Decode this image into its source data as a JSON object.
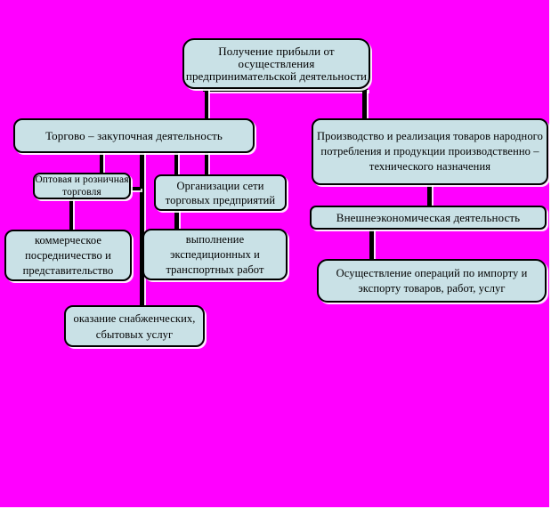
{
  "diagram": {
    "background_color": "#ff00ff",
    "node_fill_color": "#c9e1e6",
    "node_border_color": "#000000",
    "connector_color": "#000000",
    "nodes": {
      "root": {
        "label": "Получение прибыли от осуществления предпринимательской деятельности"
      },
      "trade": {
        "label": "Торгово – закупочная деятельность"
      },
      "production": {
        "label": "Производство и реализация товаров народного потребления и продукции производственно – технического назначения"
      },
      "wholesale": {
        "label": "Оптовая и розничная торговля"
      },
      "network": {
        "label": "Организации сети торговых предприятий"
      },
      "commercial": {
        "label": "коммерческое посредничество и представительство"
      },
      "forwarding": {
        "label": "выполнение экспедиционных и транспортных работ"
      },
      "supply": {
        "label": "оказание снабженческих, сбытовых услуг"
      },
      "foreign": {
        "label": "Внешнеэкономическая деятельность"
      },
      "importexport": {
        "label": "Осуществление операций по импорту и экспорту товаров, работ, услуг"
      }
    }
  }
}
